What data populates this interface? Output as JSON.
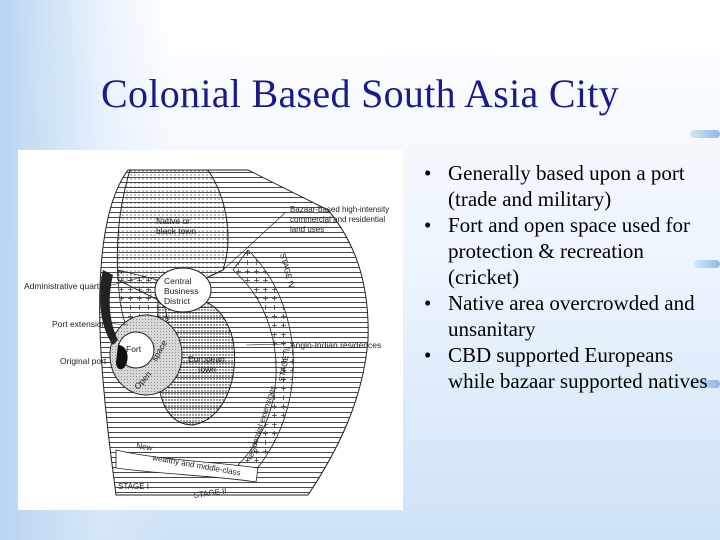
{
  "slide": {
    "title": "Colonial Based South Asia City",
    "bullets": [
      "Generally based upon a port (trade and military)",
      "Fort and open space used for protection & recreation (cricket)",
      "Native area overcrowded and unsanitary",
      "CBD supported Europeans while bazaar supported natives"
    ],
    "bullet_glyph": "•"
  },
  "diagram": {
    "labels": {
      "native_l1": "Native or",
      "native_l2": "black town",
      "bazaar_l1": "Bazaar-based high-intensity",
      "bazaar_l2": "commercial and residential",
      "bazaar_l3": "land uses",
      "admin": "Administrative quarters",
      "cbd_l1": "Central",
      "cbd_l2": "Business",
      "cbd_l3": "District",
      "port_ext": "Port extension",
      "fort": "Fort",
      "open_l1": "Open",
      "open_l2": "space",
      "original_port": "Original port",
      "european_l1": "European",
      "european_l2": "town",
      "anglo": "Anglo-Indian residences",
      "stage_iv": "STAGE IV",
      "stage_iii": "STAGE III",
      "residential": "residential extensions",
      "new_l1": "New",
      "new_l2": "wealthy and middle-class",
      "stage_i": "STAGE I",
      "stage_ii": "STAGE II"
    }
  }
}
